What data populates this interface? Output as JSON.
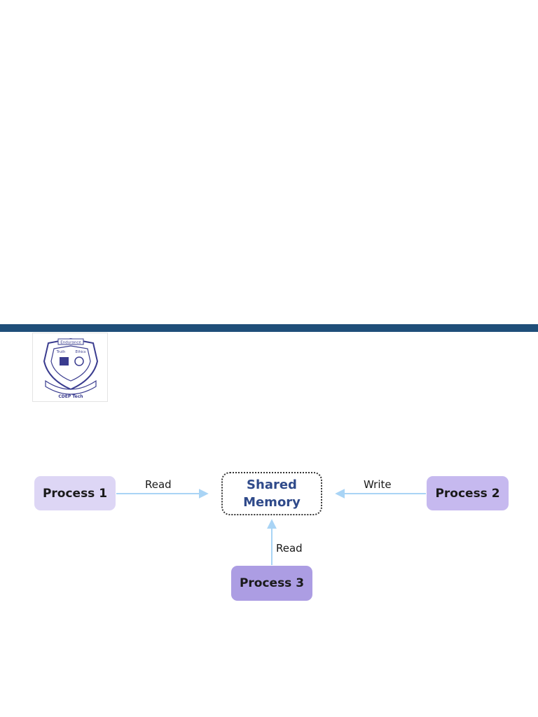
{
  "logo": {
    "motto_top": "Endurance",
    "motto_words": [
      "Truth",
      "Ethics"
    ],
    "caption": "CDEP Tech"
  },
  "nodes": {
    "process1": "Process 1",
    "process2": "Process 2",
    "process3": "Process 3",
    "shared_line1": "Shared",
    "shared_line2": "Memory"
  },
  "edges": {
    "p1_label": "Read",
    "p2_label": "Write",
    "p3_label": "Read"
  },
  "colors": {
    "band": "#1f4e79",
    "process1_fill": "#ddd6f5",
    "process2_fill": "#c6b9ef",
    "process3_fill": "#ac9de3",
    "arrow": "#a9d4f5",
    "shared_text": "#2f4a8a"
  }
}
